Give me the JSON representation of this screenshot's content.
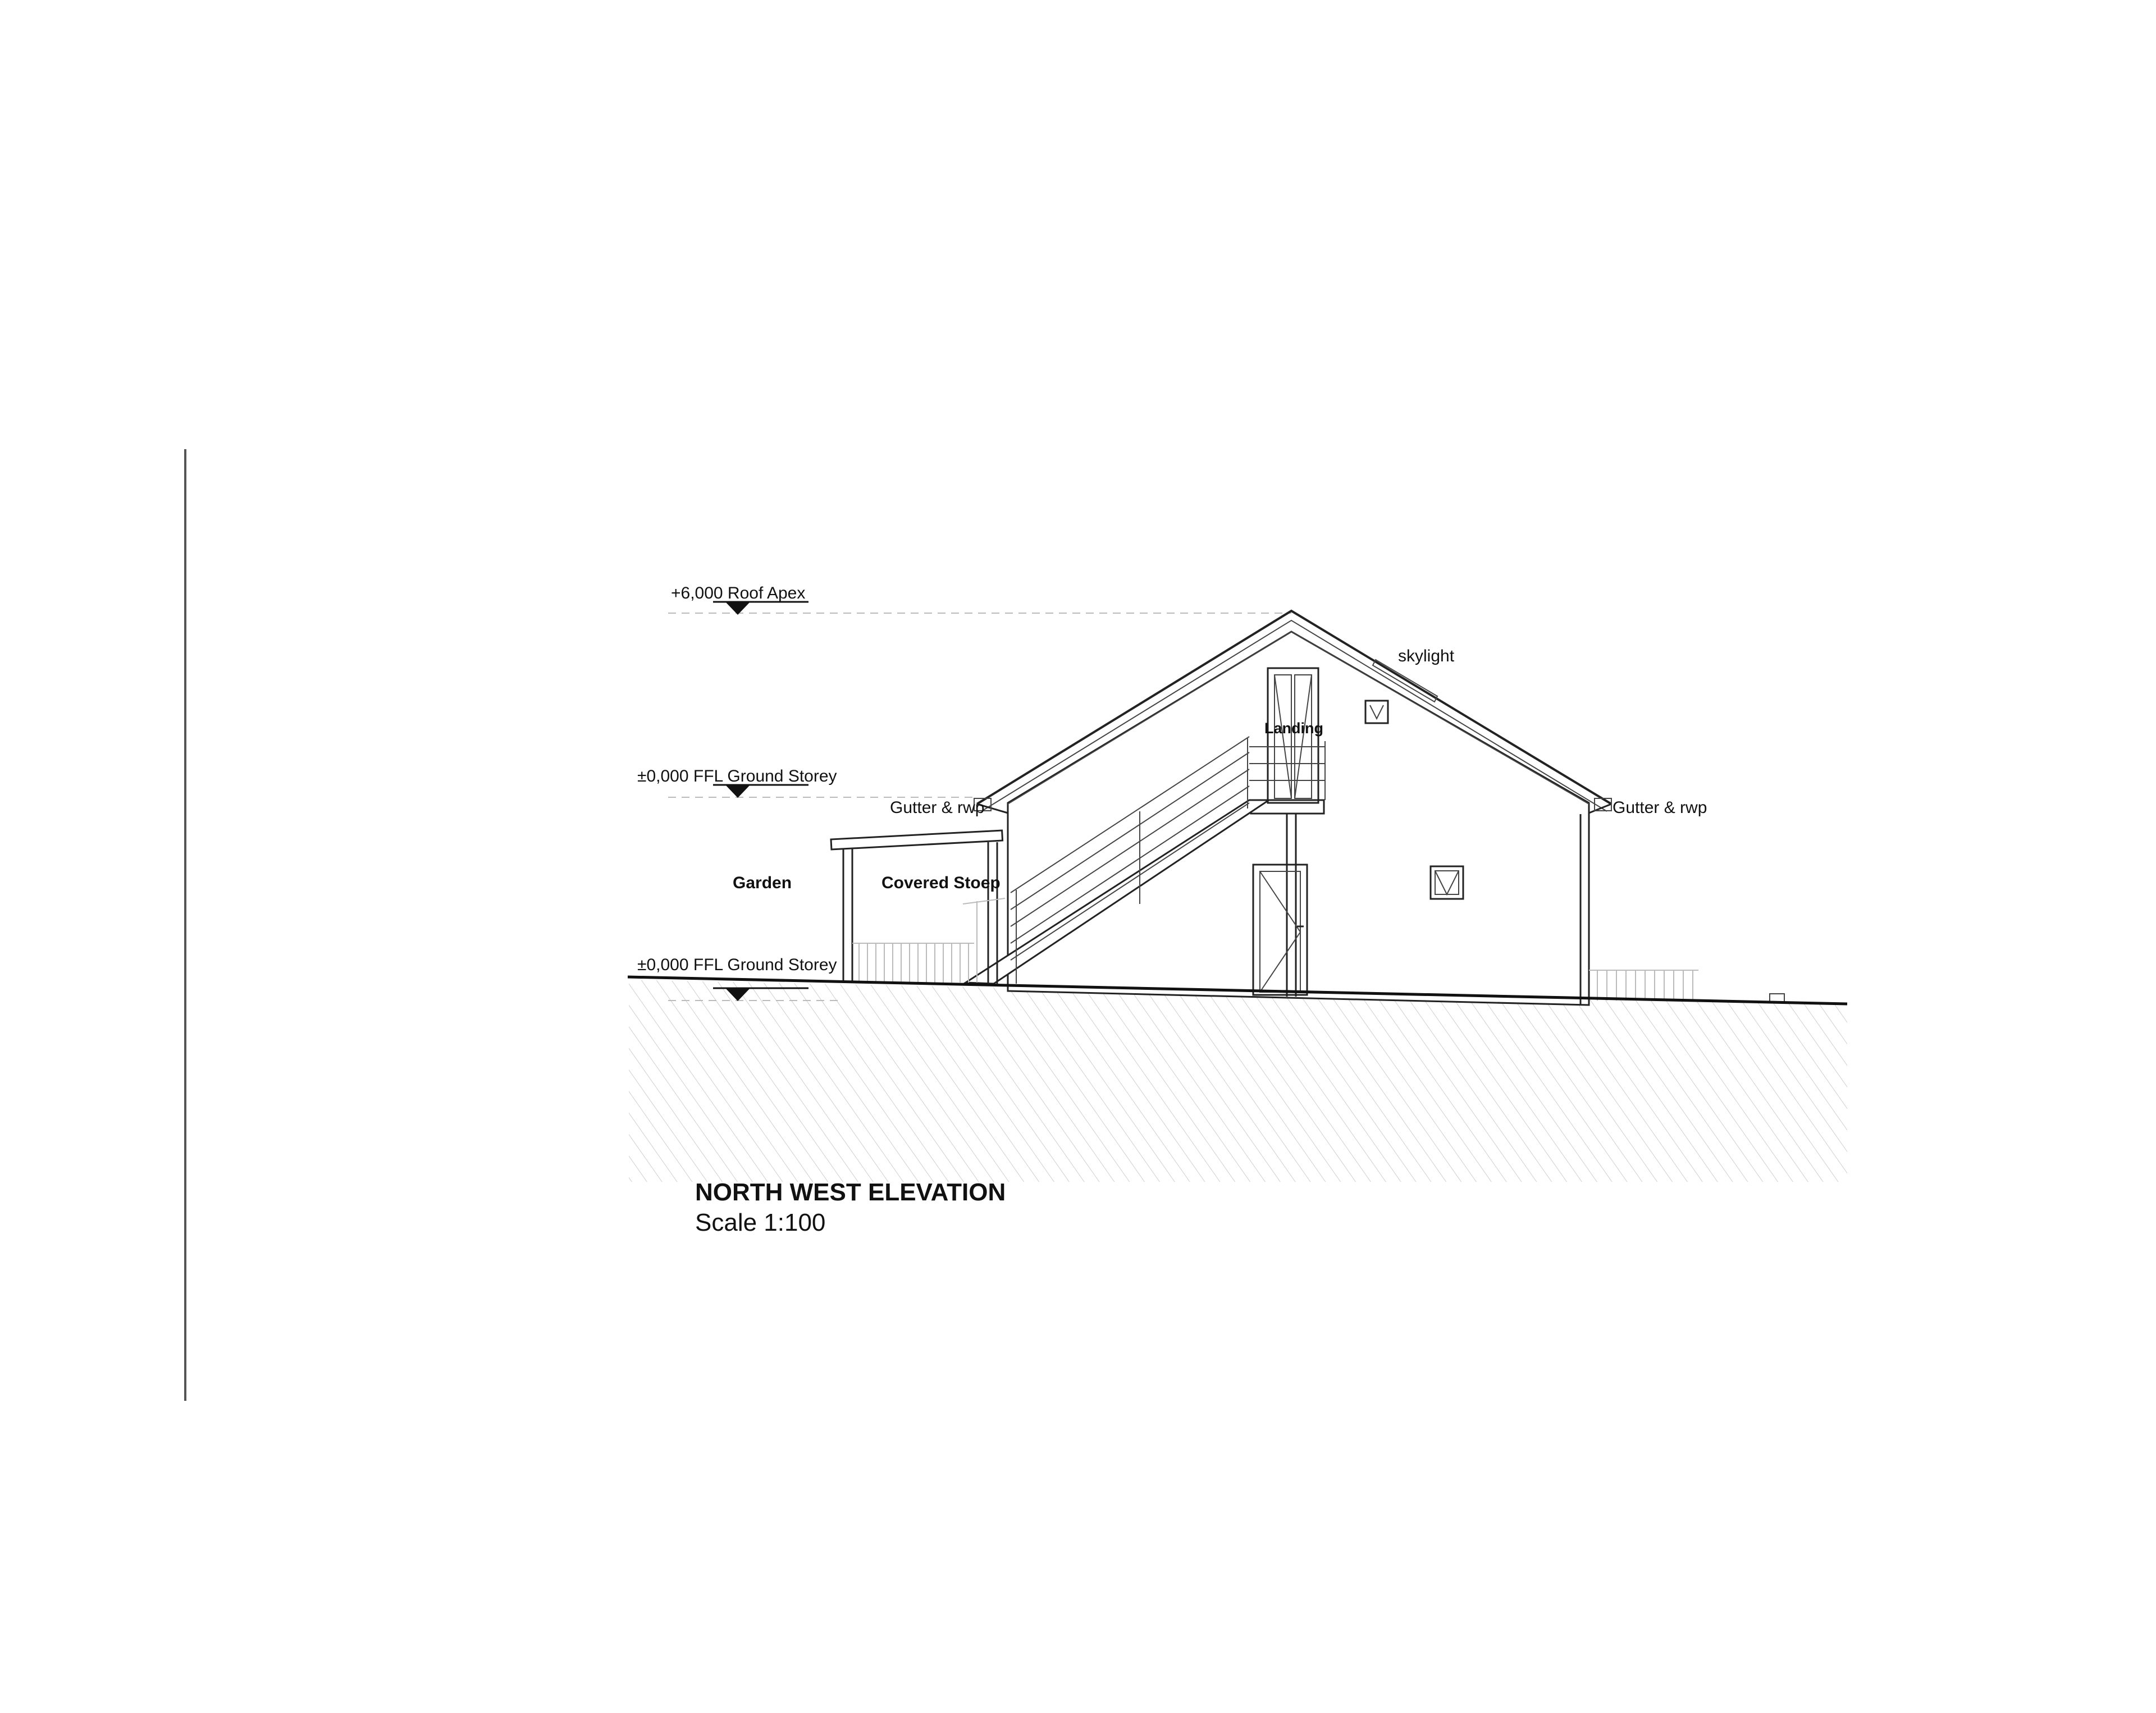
{
  "drawing": {
    "title": "NORTH WEST ELEVATION",
    "scale": "Scale 1:100"
  },
  "levels": [
    {
      "id": "roof-apex",
      "label": "+6,000 Roof Apex"
    },
    {
      "id": "ffl-upper",
      "label": "±0,000 FFL Ground Storey"
    },
    {
      "id": "ffl-ground",
      "label": "±0,000 FFL Ground Storey"
    }
  ],
  "annotations": {
    "skylight": "skylight",
    "landing": "Landing",
    "gutter_left": "Gutter & rwp",
    "gutter_right": "Gutter & rwp",
    "garden": "Garden",
    "covered_stoep": "Covered Stoep"
  },
  "colors": {
    "line": "#222222",
    "hatch": "#c8c8c8",
    "background": "#ffffff"
  }
}
